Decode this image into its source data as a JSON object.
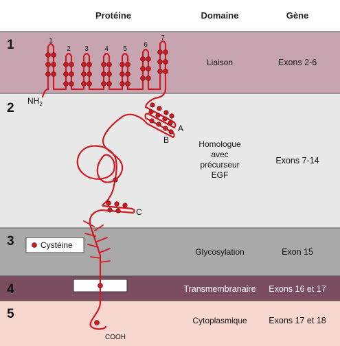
{
  "headers": {
    "protein": "Protéine",
    "domain": "Domaine",
    "gene": "Gène"
  },
  "rows": [
    {
      "number": "1",
      "domain": "Liaison",
      "gene": "Exons 2-6",
      "color": "#c6a5b1"
    },
    {
      "number": "2",
      "domain_lines": [
        "Homologue",
        "avec",
        "précurseur",
        "EGF"
      ],
      "gene": "Exons 7-14",
      "color": "#e8e8e8"
    },
    {
      "number": "3",
      "domain": "Glycosylation",
      "gene": "Exon 15",
      "color": "#a9a9a9"
    },
    {
      "number": "4",
      "domain": "Transmembranaire",
      "gene": "Exons 16 et 17",
      "color": "#7b4d61"
    },
    {
      "number": "5",
      "domain": "Cytoplasmique",
      "gene": "Exons 17 et 18",
      "color": "#f7d7cf"
    }
  ],
  "repeat_labels": [
    "1",
    "2",
    "3",
    "4",
    "5",
    "6",
    "7"
  ],
  "egf_labels": {
    "a": "A",
    "b": "B",
    "c": "C"
  },
  "terminals": {
    "n": "NH",
    "n_sub": "2",
    "c": "COOH"
  },
  "legend": {
    "label": "Cystéine"
  },
  "colors": {
    "chain": "#d11a22",
    "membrane": "#ffffff"
  }
}
